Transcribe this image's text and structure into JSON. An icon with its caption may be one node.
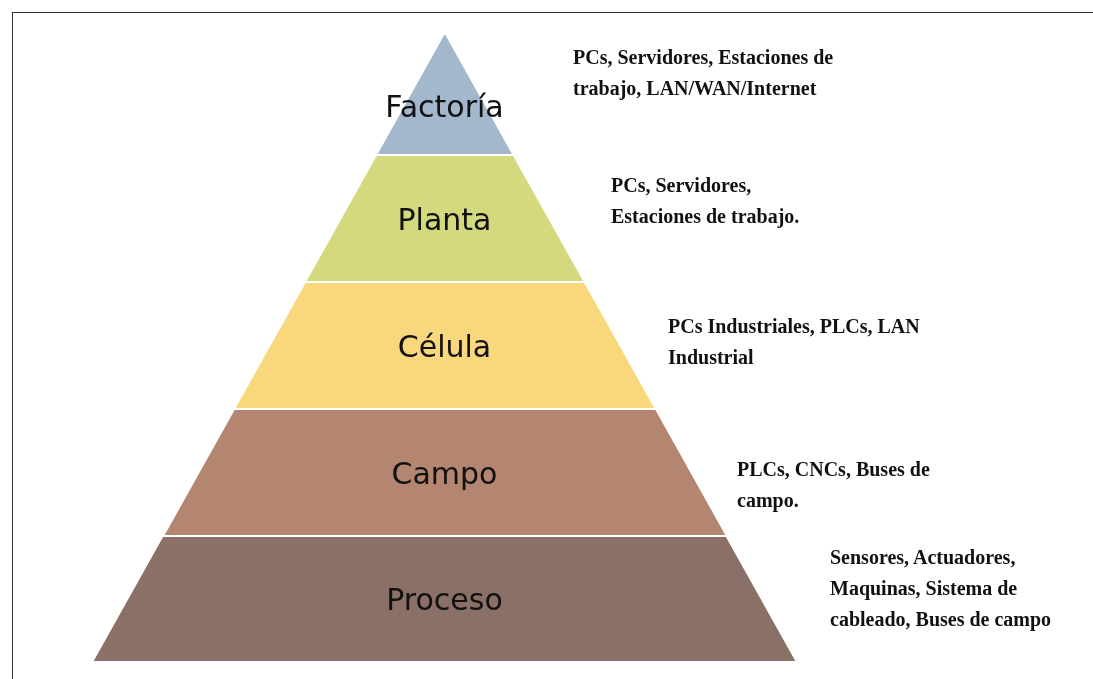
{
  "diagram": {
    "nodes": [
      {
        "text": [
          "Factoría"
        ],
        "beside": [
          "PCs, Servidores, Estaciones de trabajo, LAN/WAN/Internet"
        ]
      },
      {
        "text": [
          "Planta"
        ],
        "beside": [
          "PCs, Servidores, Estaciones de trabajo."
        ]
      },
      {
        "text": [
          "Célula"
        ],
        "beside": [
          "PCs Industriales, PLCs, LAN Industrial"
        ]
      },
      {
        "text": [
          "Campo"
        ],
        "beside": [
          "PLCs, CNCs, Buses de campo."
        ]
      },
      {
        "text": [
          "Proceso"
        ],
        "beside": [
          "Sensores, Actuadores, Maquinas, Sistema de cableado, Buses de campo"
        ]
      }
    ],
    "edges": []
  }
}
